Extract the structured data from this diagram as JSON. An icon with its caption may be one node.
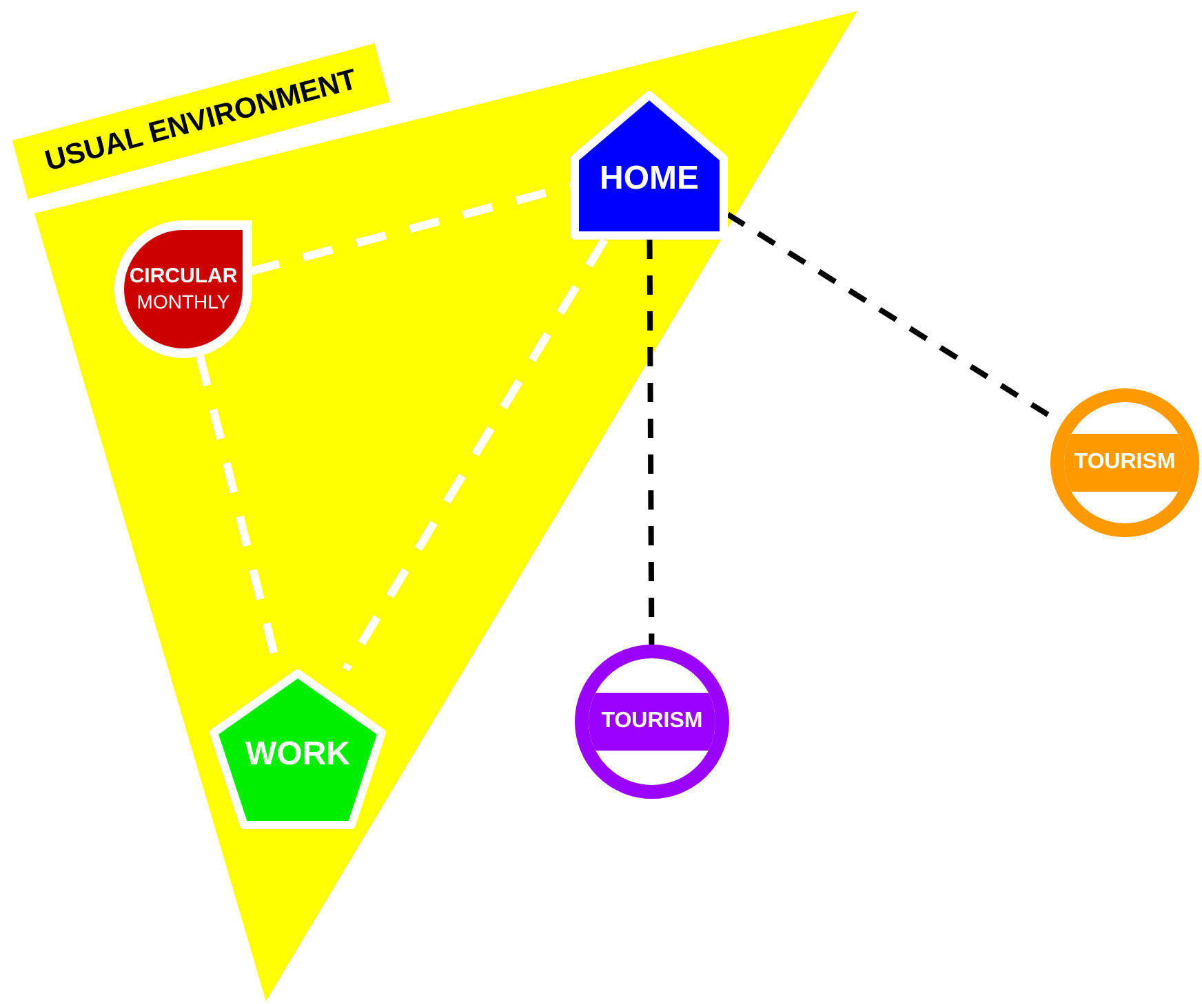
{
  "diagram": {
    "nodes": [
      {
        "text": [
          "USUAL ENVIRONMENT"
        ]
      },
      {
        "text": [
          "CIRCULAR",
          "MONTHLY"
        ],
        "in": 0
      },
      {
        "text": [
          "HOME"
        ],
        "in": 0
      },
      {
        "text": [
          "WORK"
        ],
        "in": 0
      },
      {
        "text": [
          "TOURISM"
        ]
      },
      {
        "text": [
          "TOURISM"
        ]
      }
    ],
    "edges": [
      {
        "from": 1,
        "to": 2,
        "arrow": "none",
        "style": "dashed"
      },
      {
        "from": 1,
        "to": 3,
        "arrow": "none",
        "style": "dashed"
      },
      {
        "from": 2,
        "to": 3,
        "arrow": "none",
        "style": "dashed"
      },
      {
        "from": 2,
        "to": 4,
        "arrow": "none",
        "style": "dashed",
        "color": "#000000"
      },
      {
        "from": 2,
        "to": 5,
        "arrow": "none",
        "style": "dashed",
        "color": "#000000"
      }
    ]
  }
}
